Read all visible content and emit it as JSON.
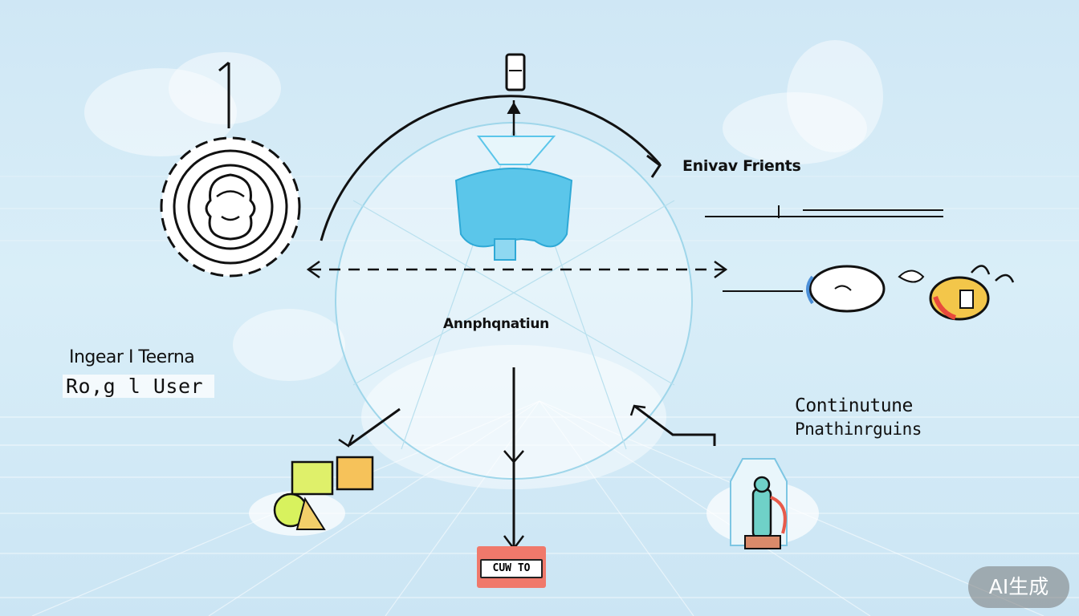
{
  "labels": {
    "top_right": "Enivav Frients",
    "center": "Annphqnatiun",
    "left_line1": "Ingear I Teerna",
    "left_line2": "Ro,g l User",
    "right_line1": "Continutune",
    "right_line2": "Pnathinrguins",
    "bottom_box": "CUW TO"
  },
  "icons": [
    "user-face-icon",
    "funnel-cup-icon",
    "phone-icon",
    "cloud-face-icon",
    "colorful-badge-icon",
    "stacked-blocks-icon",
    "bottle-figure-icon"
  ],
  "colors": {
    "background": "#d3eaf7",
    "accent_blue": "#5bc6ea",
    "box_red": "#f0796b",
    "ink": "#111111"
  },
  "watermark": "AI生成"
}
